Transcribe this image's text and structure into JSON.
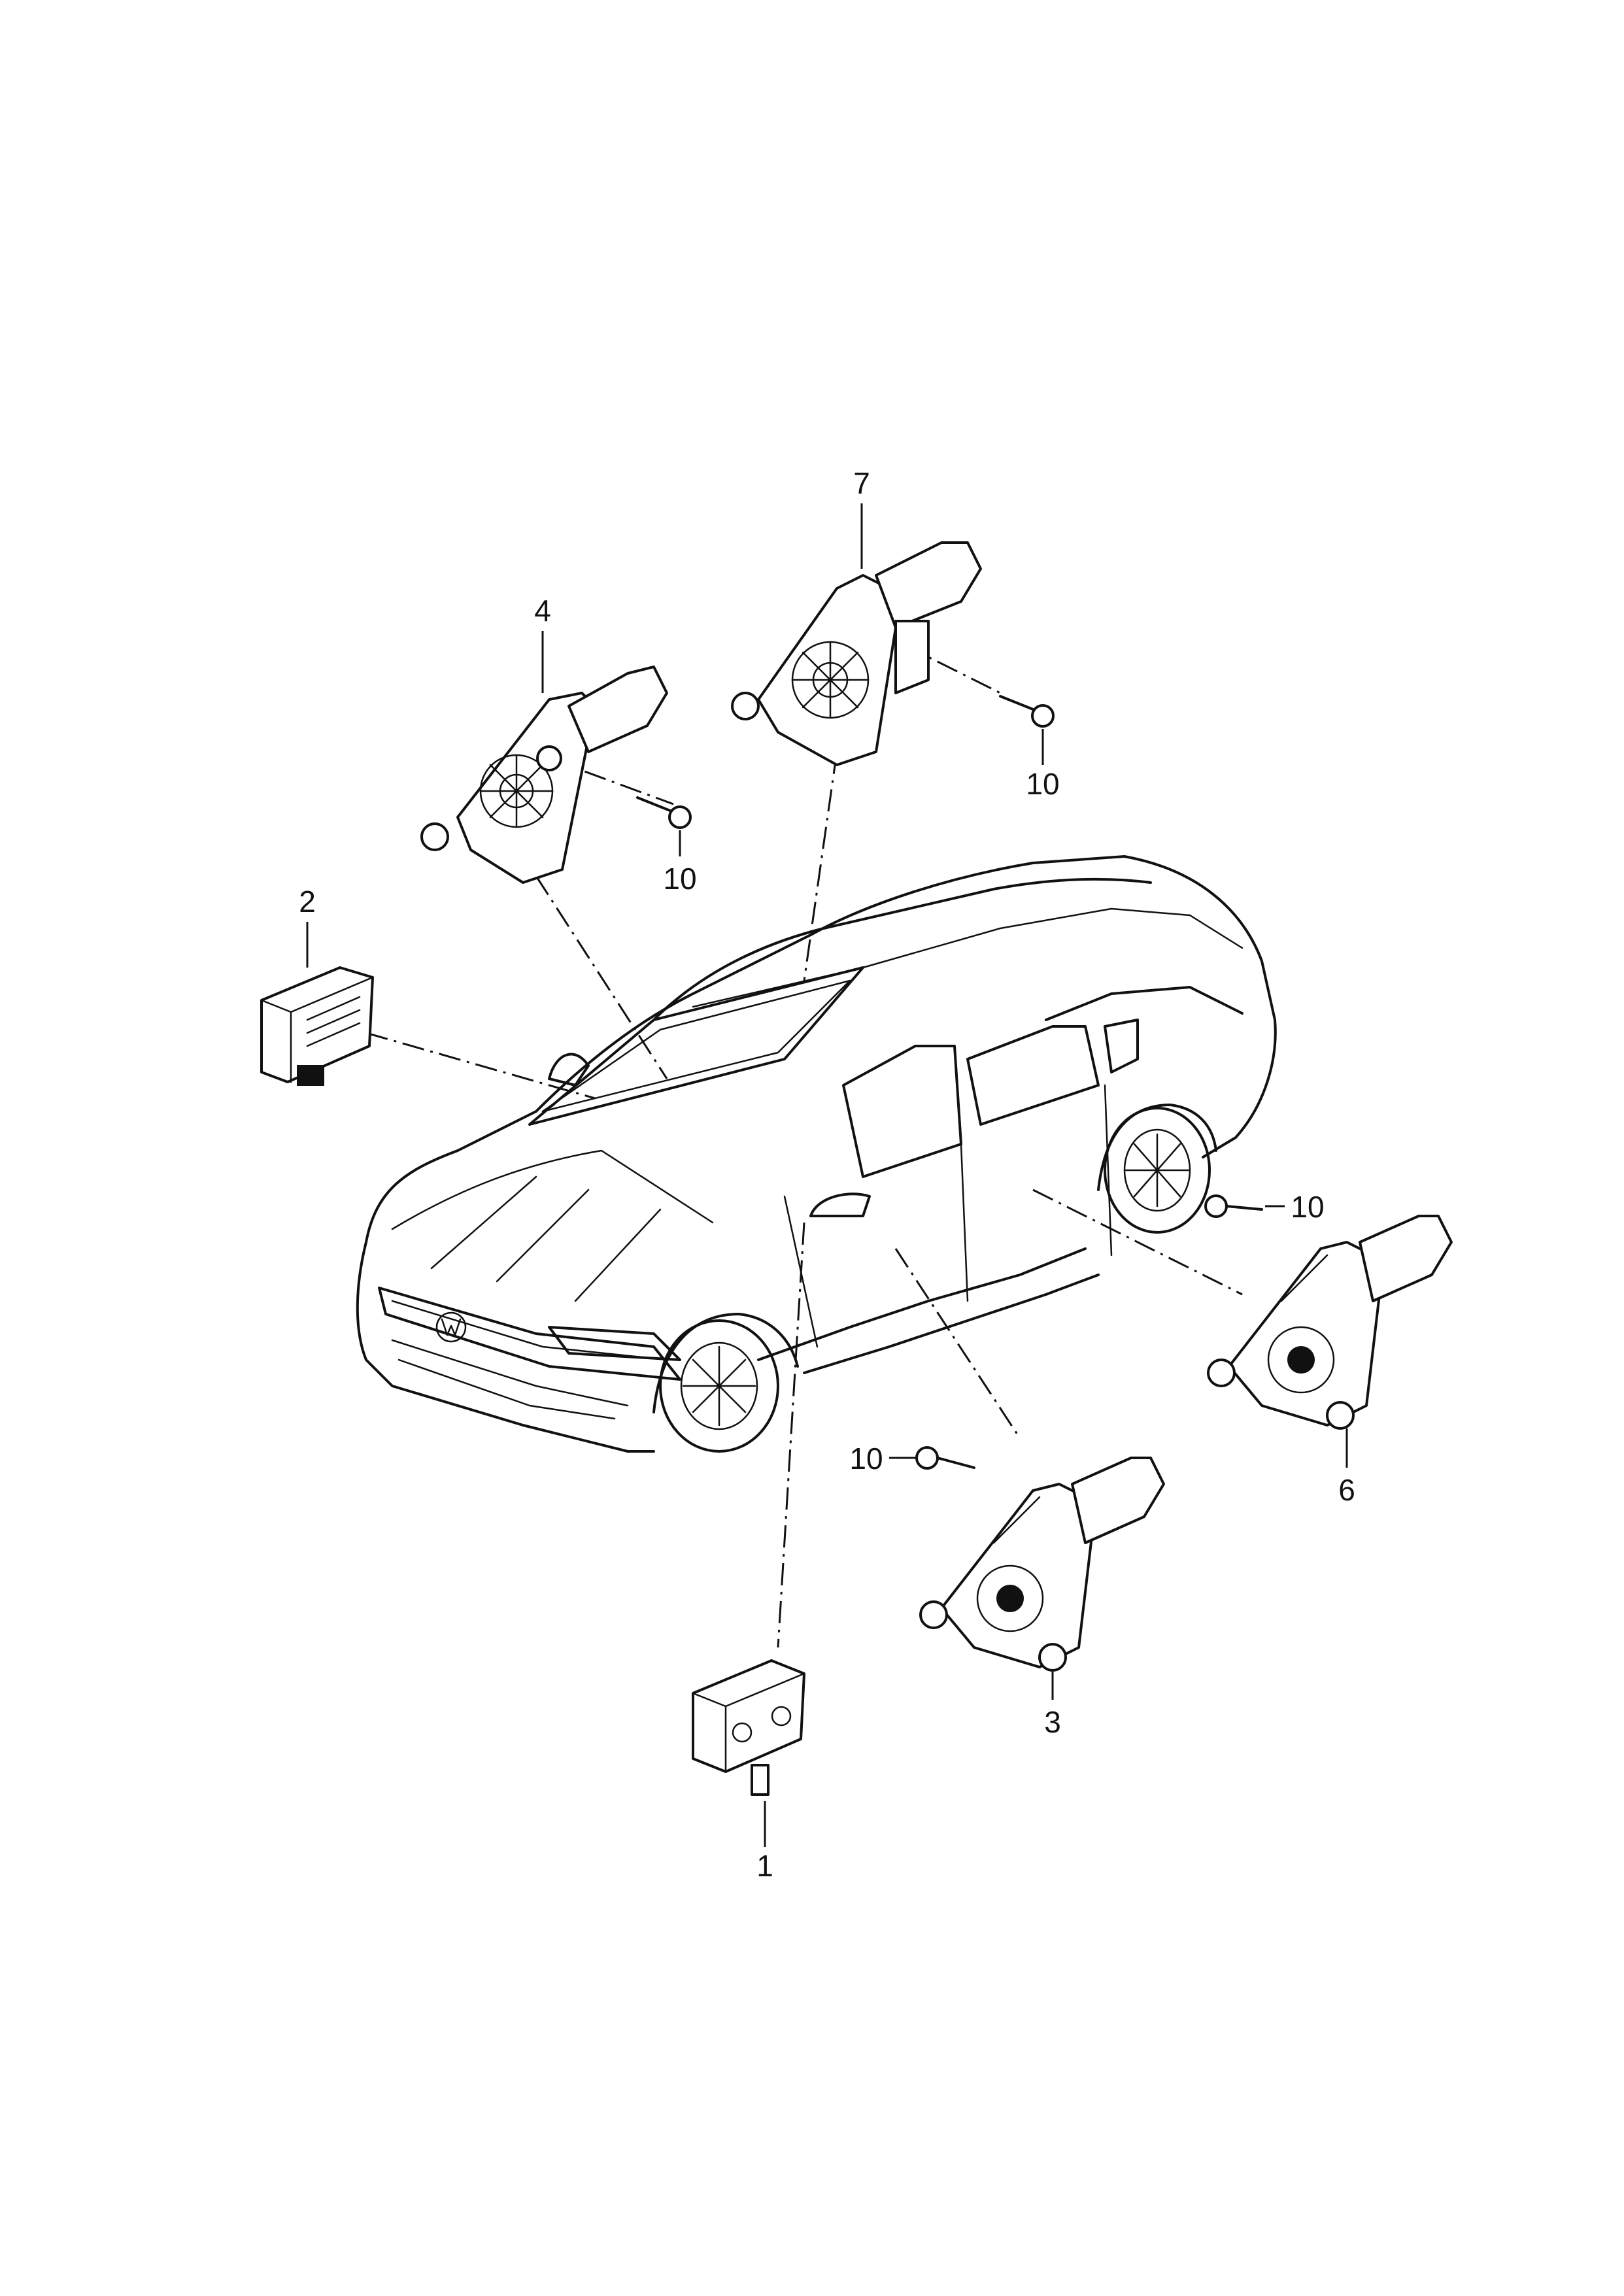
{
  "callouts": {
    "item_1": "1",
    "item_2": "2",
    "item_3": "3",
    "item_4": "4",
    "item_6": "6",
    "item_7": "7",
    "item_10": "10"
  },
  "icons": [
    "car-outline-icon",
    "window-motor-icon",
    "control-unit-icon",
    "screw-icon"
  ]
}
